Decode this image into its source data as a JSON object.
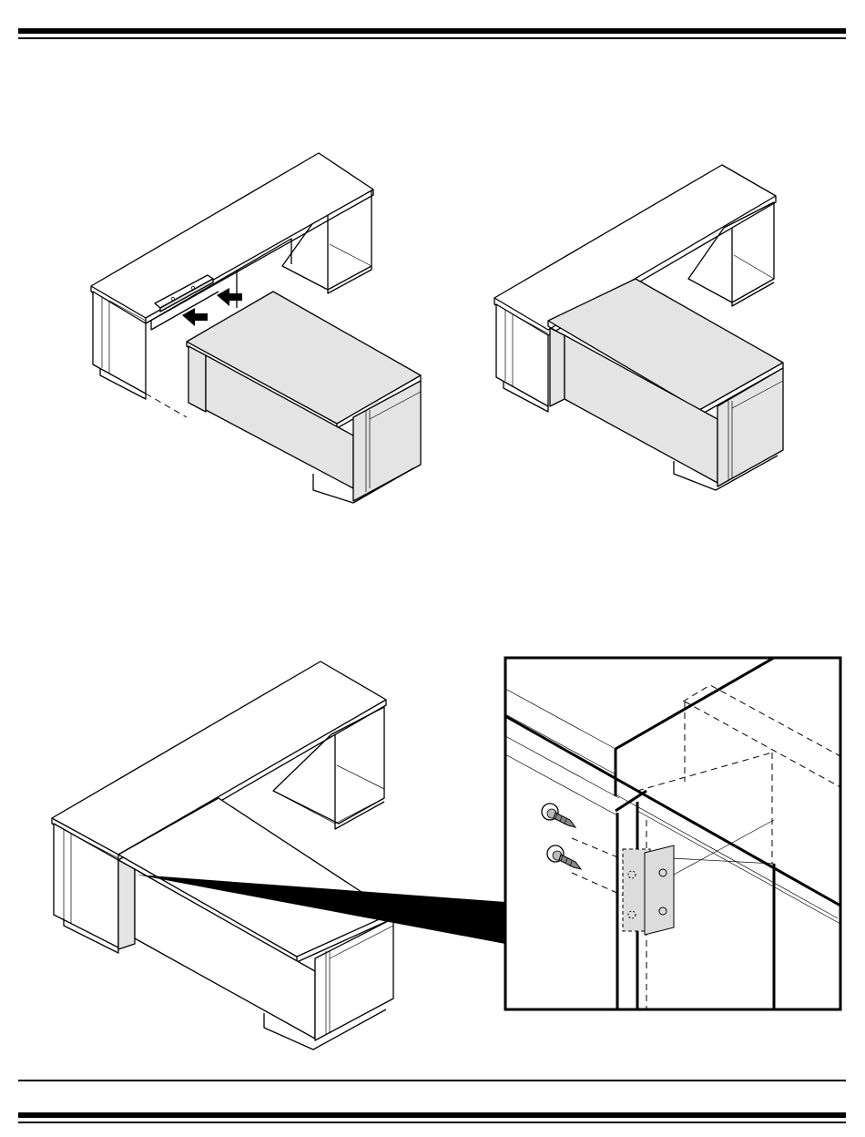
{
  "document": {
    "type": "assembly-instruction-sheet",
    "text_content": []
  },
  "figures": [
    {
      "id": "step-1",
      "depicts": [
        "credenza",
        "hutch-cabinet",
        "mounting-bracket",
        "desk-shell"
      ],
      "arrows": 2
    },
    {
      "id": "step-2",
      "depicts": [
        "credenza",
        "hutch-cabinet",
        "desk-shell"
      ]
    },
    {
      "id": "step-3",
      "depicts": [
        "credenza",
        "hutch-cabinet",
        "desk-shell",
        "detail-callout"
      ]
    },
    {
      "id": "detail",
      "depicts": [
        "bracket",
        "screw",
        "screw"
      ]
    }
  ],
  "colors": {
    "line": "#000000",
    "shade": "#e4e4e4",
    "background": "#ffffff"
  },
  "icons": [
    "arrow-icon",
    "screw-icon",
    "bracket-icon"
  ]
}
